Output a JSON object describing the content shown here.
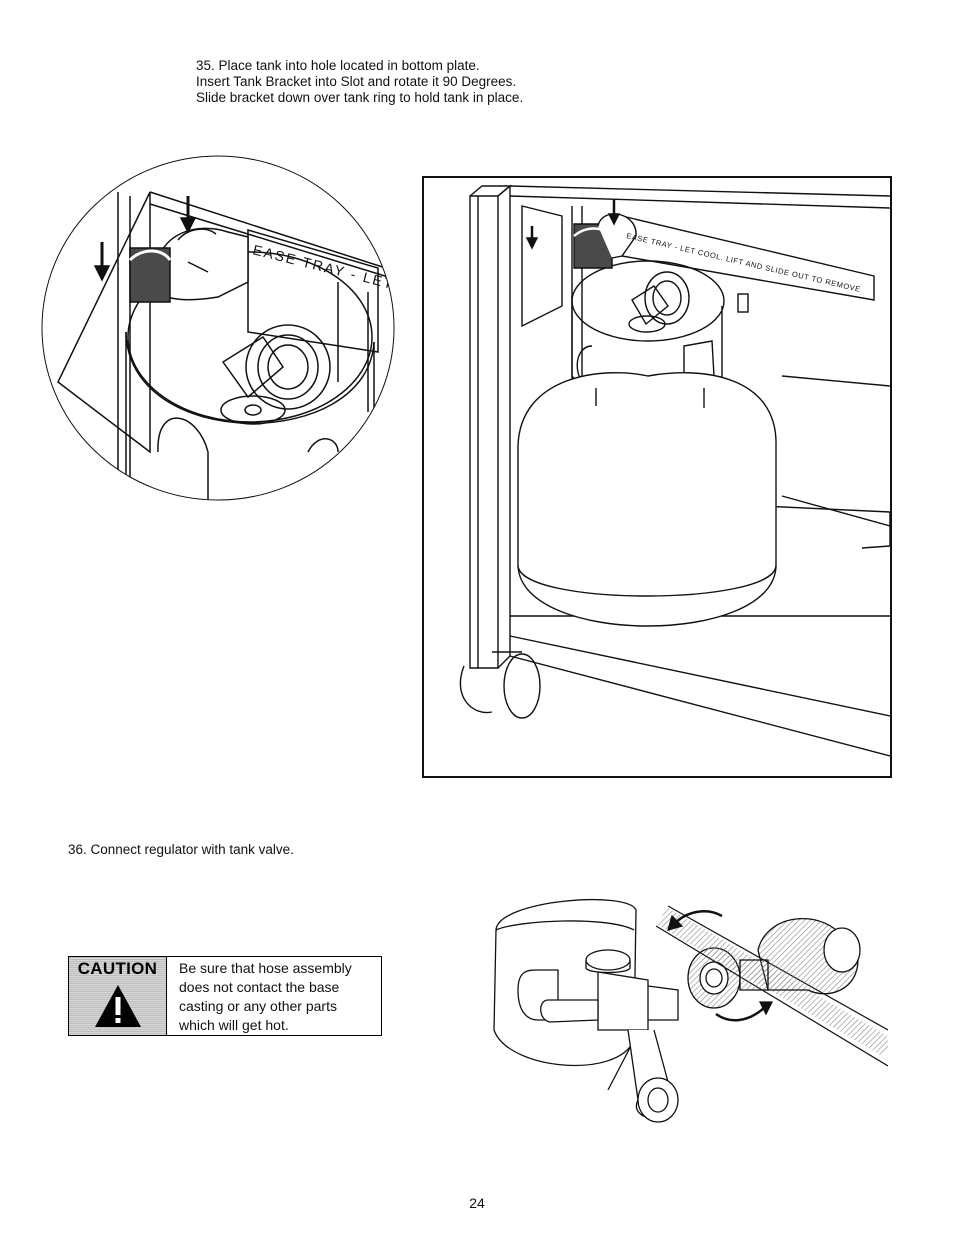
{
  "step35": {
    "lines": [
      "35. Place tank into hole located in bottom plate.",
      "Insert Tank Bracket into Slot and rotate it 90 Degrees.",
      "Slide bracket down over tank ring to hold tank in place."
    ]
  },
  "detail_figure": {
    "label_text": "EASE TRAY - LET C"
  },
  "main_figure": {
    "label_text": "EASE TRAY - LET COOL. LIFT AND SLIDE OUT TO REMOVE"
  },
  "step36": {
    "text": "36. Connect regulator with tank valve."
  },
  "caution": {
    "word": "CAUTION",
    "lines": [
      "Be sure that hose assembly",
      "does not contact the base",
      "casting or any other parts",
      "which will get hot."
    ]
  },
  "page_number": "24"
}
